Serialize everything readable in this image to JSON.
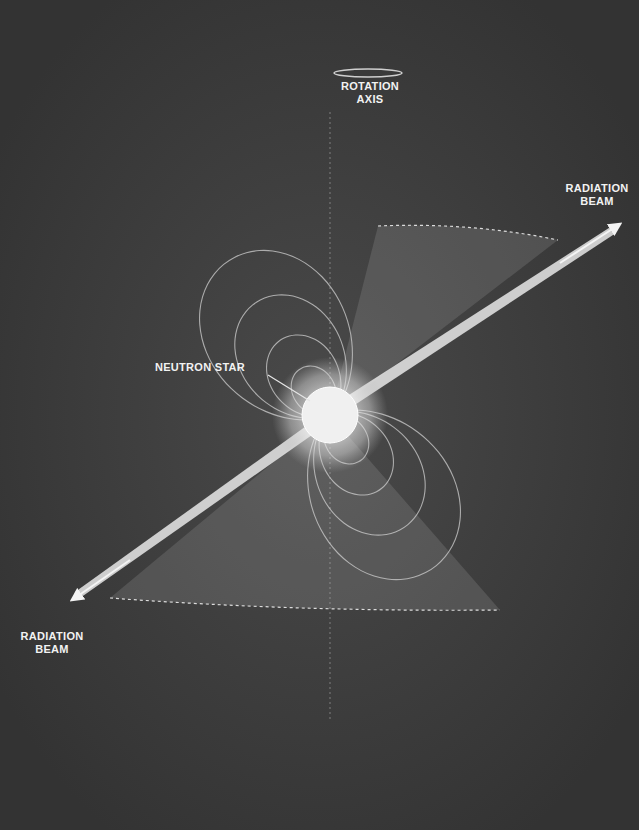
{
  "diagram": {
    "labels": [
      "ROTATION AXIS",
      "RADIATION BEAM",
      "NEUTRON STAR",
      "RADIATION BEAM"
    ]
  }
}
